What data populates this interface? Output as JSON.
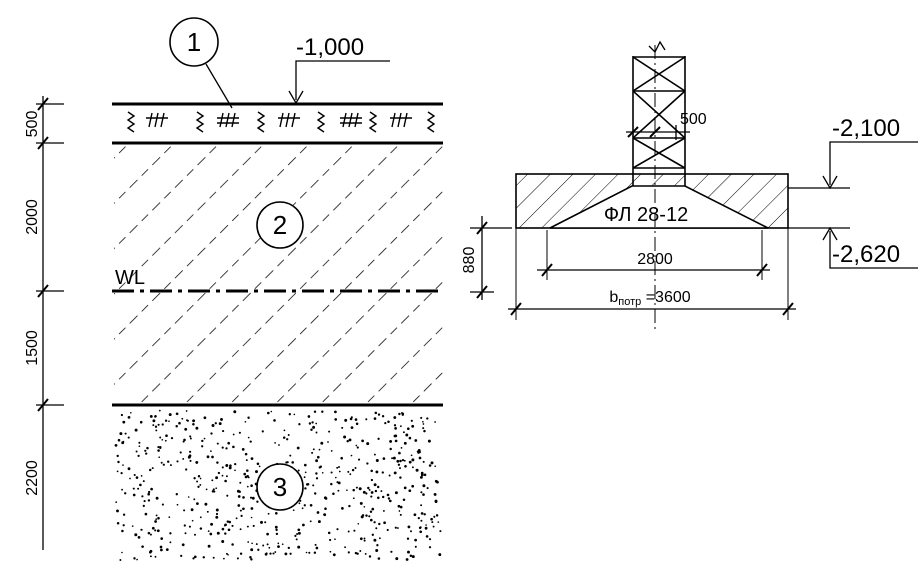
{
  "soil_profile": {
    "layer_thicknesses": [
      "500",
      "2000",
      "1500",
      "2200"
    ],
    "layer_numbers": [
      "1",
      "2",
      "3"
    ],
    "water_level_label": "WL",
    "ground_elevation": "-1,000"
  },
  "foundation": {
    "column_offset_label": "500",
    "top_elevation": "-2,100",
    "bottom_elevation": "-2,620",
    "block_mark": "ФЛ 28-12",
    "height_label": "880",
    "block_width_label": "2800",
    "required_width_label_main": "b",
    "required_width_label_sub": "потр",
    "required_width_label_value": " =3600"
  }
}
